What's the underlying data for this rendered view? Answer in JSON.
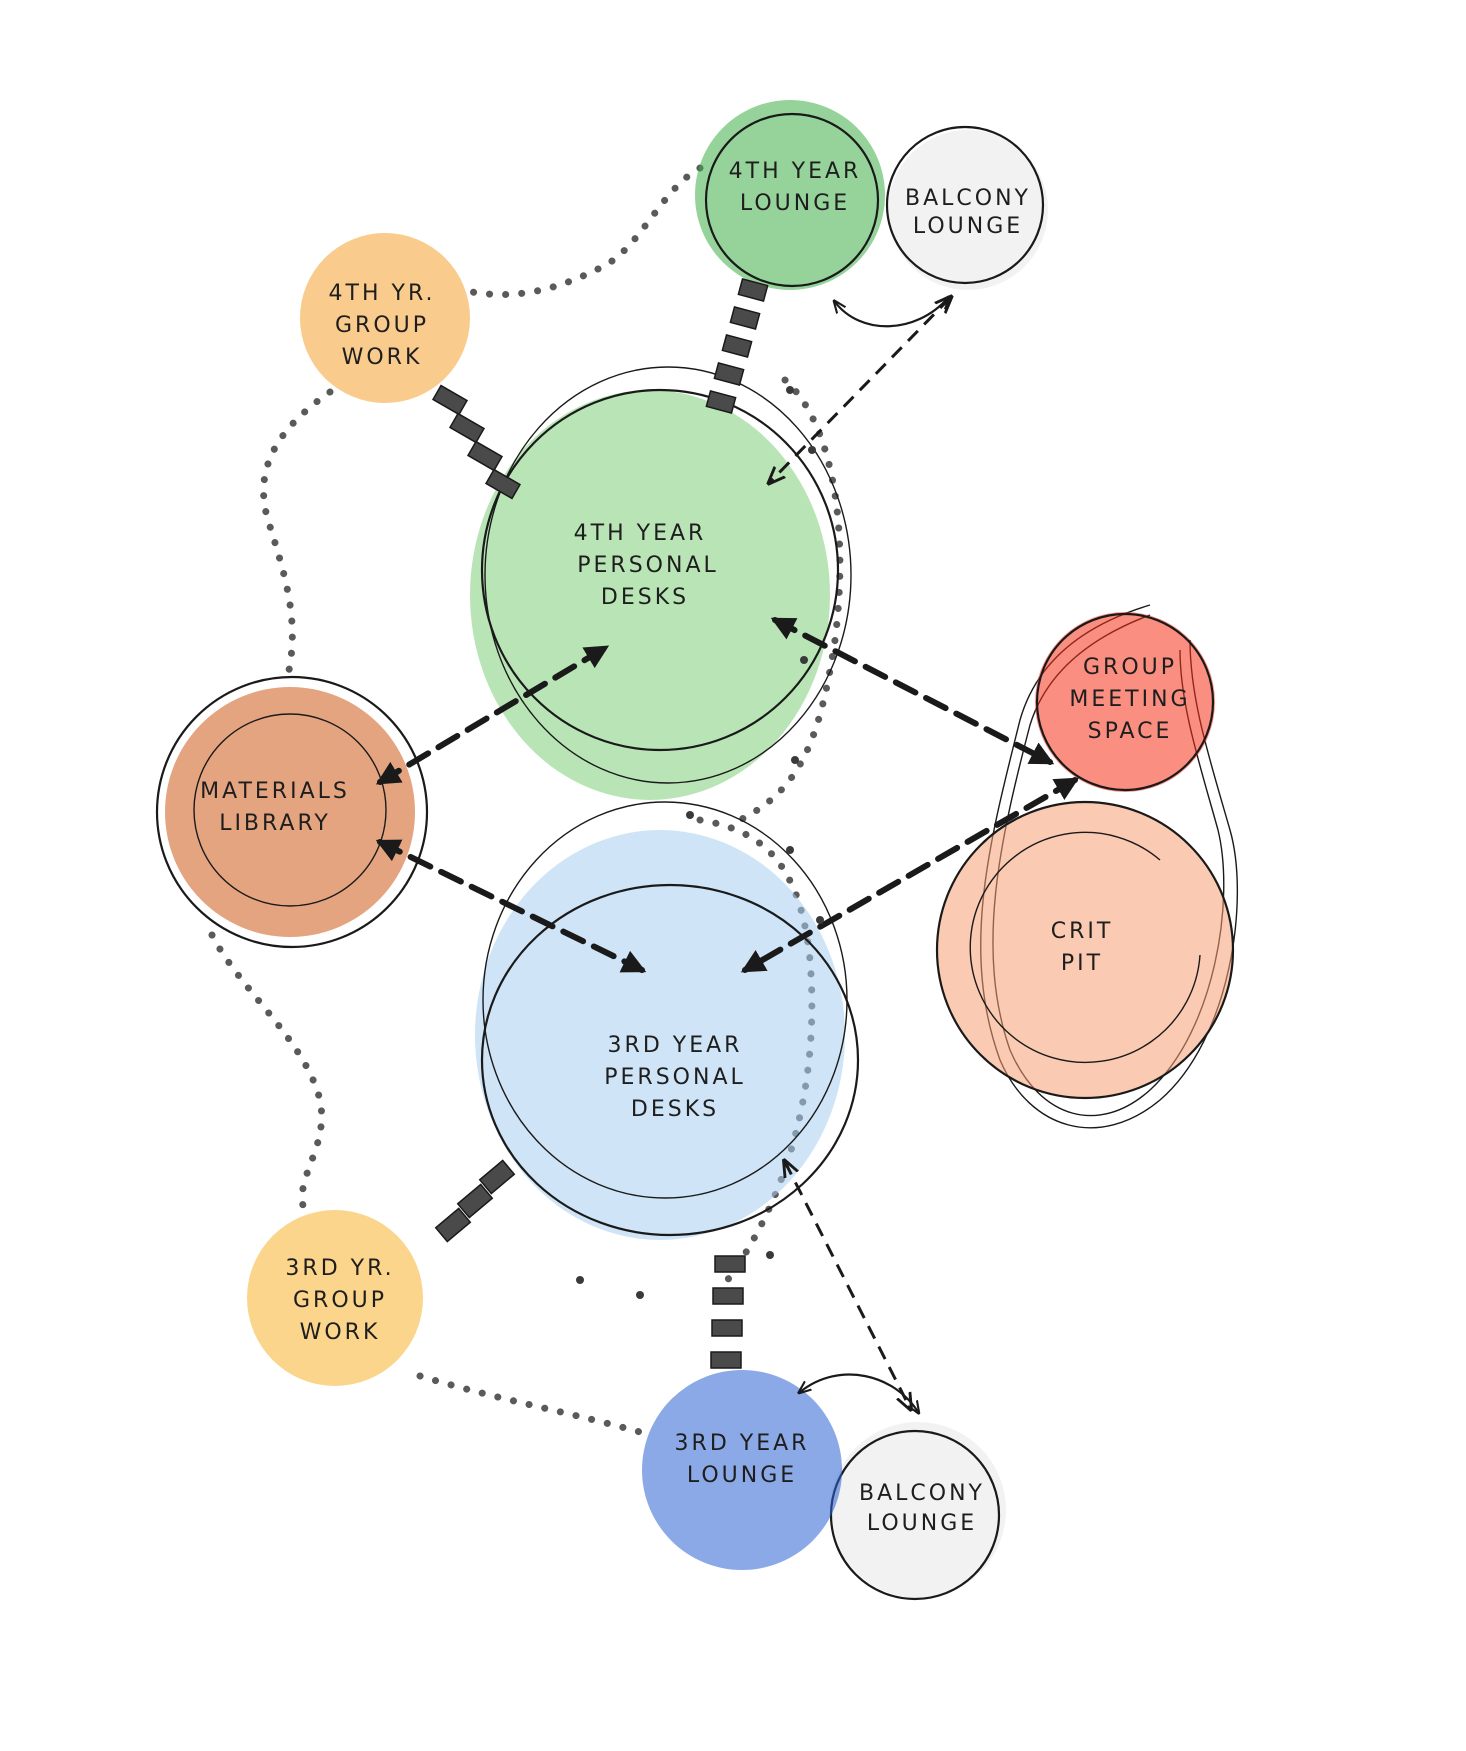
{
  "nodes": [
    {
      "id": "4th-year-lounge",
      "lines": [
        "4TH YEAR",
        "LOUNGE"
      ],
      "color": "#3fae48"
    },
    {
      "id": "balcony-lounge-top",
      "lines": [
        "BALCONY",
        "LOUNGE"
      ],
      "color": "#e7e7e7"
    },
    {
      "id": "4th-yr-group-work",
      "lines": [
        "4TH YR.",
        "GROUP",
        "WORK"
      ],
      "color": "#f4a02e"
    },
    {
      "id": "4th-year-personal-desks",
      "lines": [
        "4TH YEAR",
        "PERSONAL",
        "DESKS"
      ],
      "color": "#7fd07a"
    },
    {
      "id": "materials-library",
      "lines": [
        "MATERIALS",
        "LIBRARY"
      ],
      "color": "#cf5a17"
    },
    {
      "id": "group-meeting-space",
      "lines": [
        "GROUP",
        "MEETING",
        "SPACE"
      ],
      "color": "#f4321a"
    },
    {
      "id": "crit-pit",
      "lines": [
        "CRIT",
        "PIT"
      ],
      "color": "#f69e74"
    },
    {
      "id": "3rd-year-personal-desks",
      "lines": [
        "3RD YEAR",
        "PERSONAL",
        "DESKS"
      ],
      "color": "#a8cdee"
    },
    {
      "id": "3rd-yr-group-work",
      "lines": [
        "3RD YR.",
        "GROUP",
        "WORK"
      ],
      "color": "#f6b32c"
    },
    {
      "id": "3rd-year-lounge",
      "lines": [
        "3RD YEAR",
        "LOUNGE"
      ],
      "color": "#2b63d2"
    },
    {
      "id": "balcony-lounge-bottom",
      "lines": [
        "BALCONY",
        "LOUNGE"
      ],
      "color": "#e7e7e7"
    }
  ],
  "edges": [
    {
      "from": "4th-year-lounge",
      "to": "4th-year-personal-desks",
      "style": "solid-bricks"
    },
    {
      "from": "4th-yr-group-work",
      "to": "4th-year-personal-desks",
      "style": "solid-bricks"
    },
    {
      "from": "3rd-year-personal-desks",
      "to": "3rd-yr-group-work",
      "style": "solid-bricks"
    },
    {
      "from": "3rd-year-personal-desks",
      "to": "3rd-year-lounge",
      "style": "solid-bricks"
    },
    {
      "from": "materials-library",
      "to": "4th-year-personal-desks",
      "style": "dashed-bold",
      "arrows": "both"
    },
    {
      "from": "materials-library",
      "to": "3rd-year-personal-desks",
      "style": "dashed-bold",
      "arrows": "both"
    },
    {
      "from": "4th-year-personal-desks",
      "to": "group-meeting-space",
      "style": "dashed-bold",
      "arrows": "both"
    },
    {
      "from": "group-meeting-space",
      "to": "3rd-year-personal-desks",
      "style": "dashed-bold",
      "arrows": "both"
    },
    {
      "from": "balcony-lounge-top",
      "to": "4th-year-personal-desks",
      "style": "dashed-thin",
      "arrows": "both"
    },
    {
      "from": "3rd-year-personal-desks",
      "to": "balcony-lounge-bottom",
      "style": "dashed-thin",
      "arrows": "both"
    },
    {
      "from": "4th-year-lounge",
      "to": "balcony-lounge-top",
      "style": "curved",
      "arrows": "both"
    },
    {
      "from": "3rd-year-lounge",
      "to": "balcony-lounge-bottom",
      "style": "curved",
      "arrows": "both"
    },
    {
      "from": "4th-year-lounge",
      "to": "4th-yr-group-work",
      "style": "dotted"
    },
    {
      "from": "4th-yr-group-work",
      "to": "materials-library",
      "style": "dotted"
    },
    {
      "from": "materials-library",
      "to": "3rd-yr-group-work",
      "style": "dotted"
    },
    {
      "from": "3rd-yr-group-work",
      "to": "3rd-year-lounge",
      "style": "dotted"
    }
  ]
}
